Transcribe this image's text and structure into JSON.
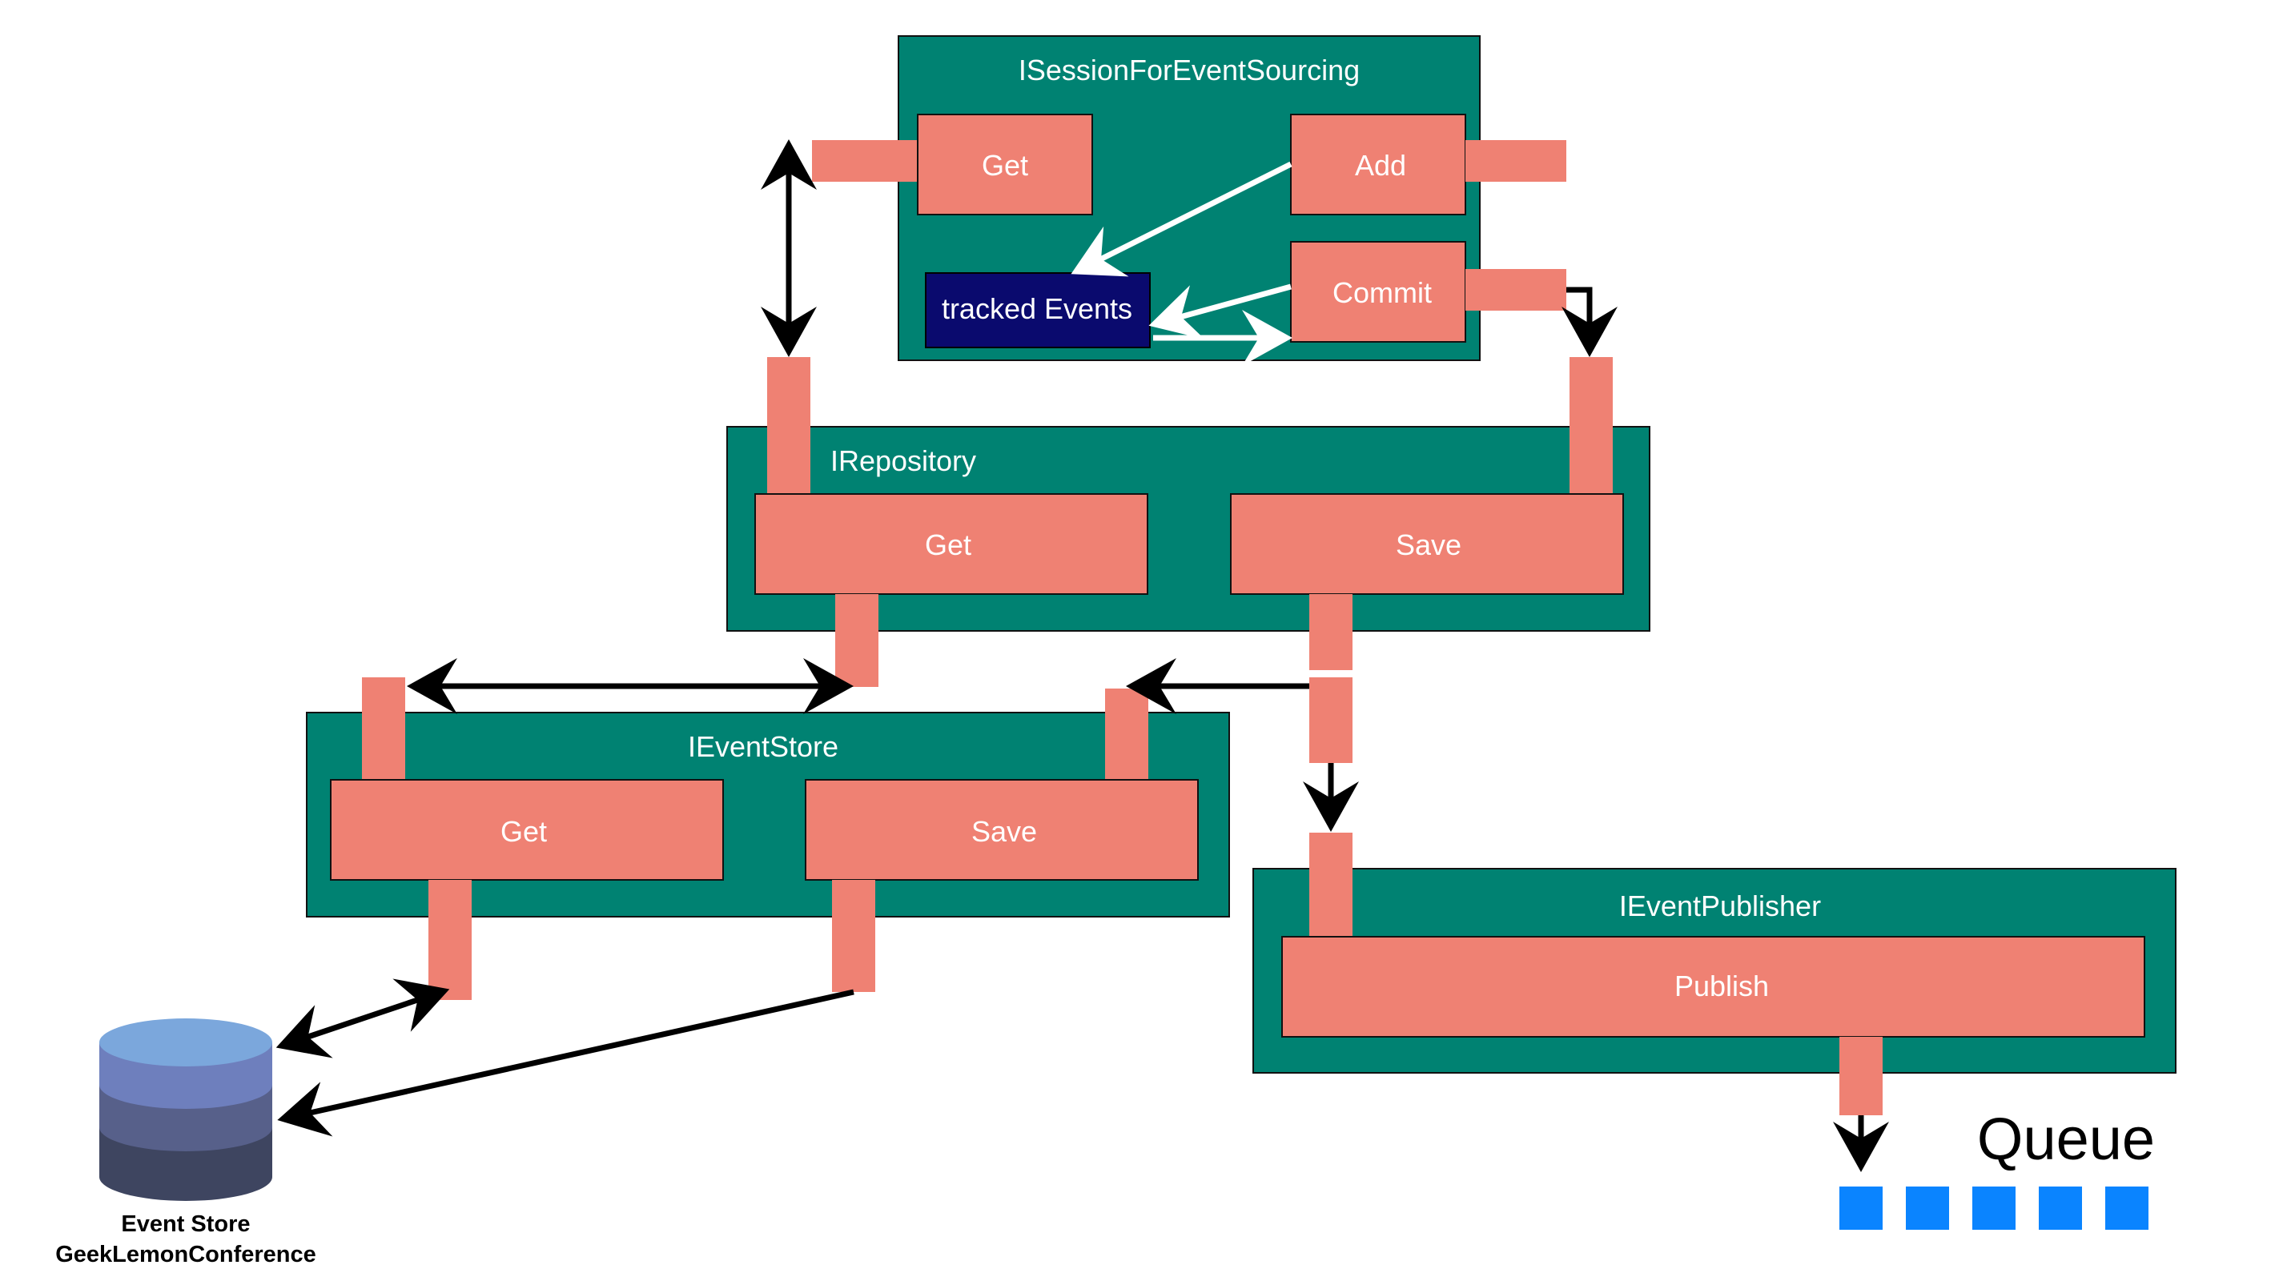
{
  "colors": {
    "interface_box": "#008272",
    "method": "#ef8173",
    "tracked_events": "#0a0a6e",
    "queue_item": "#0a84ff",
    "arrow_black": "#000000",
    "arrow_white": "#ffffff",
    "db_top": "#7ba7dc",
    "db_layer2": "#6e7fbd",
    "db_layer3": "#57608a",
    "db_layer4": "#3e4560"
  },
  "session": {
    "title": "ISessionForEventSourcing",
    "get": "Get",
    "add": "Add",
    "commit": "Commit",
    "tracked_events": "tracked Events"
  },
  "repository": {
    "title": "IRepository",
    "get": "Get",
    "save": "Save"
  },
  "event_store_interface": {
    "title": "IEventStore",
    "get": "Get",
    "save": "Save"
  },
  "publisher": {
    "title": "IEventPublisher",
    "publish": "Publish"
  },
  "queue": {
    "label": "Queue",
    "item_count": 5
  },
  "database": {
    "icon": "database-icon",
    "line1": "Event Store",
    "line2": "GeekLemonConference"
  }
}
